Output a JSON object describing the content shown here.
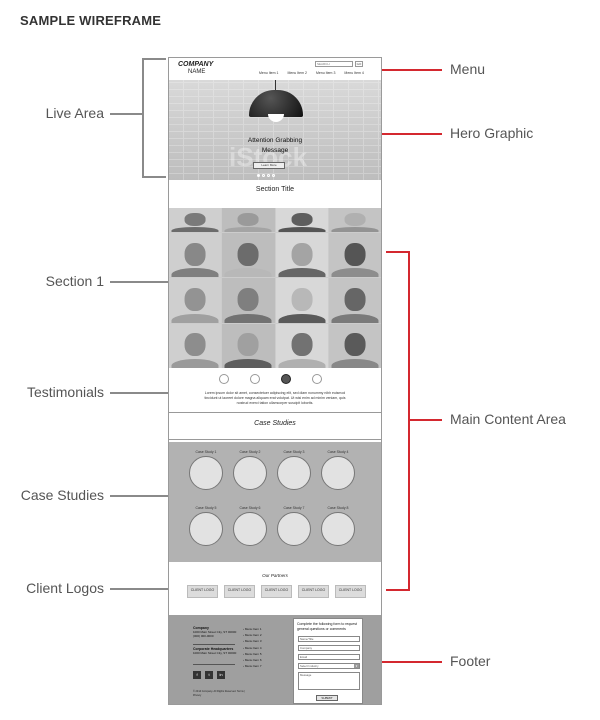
{
  "title": "SAMPLE WIREFRAME",
  "labels": {
    "live_area": "Live Area",
    "section1": "Section 1",
    "testimonials": "Testimonials",
    "case_studies": "Case Studies",
    "client_logos": "Client Logos",
    "menu": "Menu",
    "hero_graphic": "Hero Graphic",
    "main_content_area": "Main Content Area",
    "footer": "Footer"
  },
  "colors": {
    "gray_line": "#8a8a8a",
    "red_line": "#d4282f"
  },
  "wireframe": {
    "logo_line1": "COMPANY",
    "logo_line2": "NAME",
    "search_placeholder": "SEARCH",
    "search_button": "GO",
    "menu_items": [
      "Menu Item 1",
      "Menu Item 2",
      "Menu Item 3",
      "Menu Item 4"
    ],
    "hero_line1": "Attention Grabbing",
    "hero_line2": "Message",
    "hero_button": "Learn More",
    "hero_watermark": "iStock",
    "section_title": "Section Title",
    "testimonial_text": "Lorem ipsum dolor sit amet, consectetuer adipiscing elit, sed diam nonummy nibh euismod tincidunt ut laoreet dolore magna aliquam erat volutpat. Ut wisi enim ad minim veniam, quis nostrud exerci tation ullamcorper suscipit lobortis.",
    "case_studies_title": "Case Studies",
    "case_studies": [
      "Case Study 1",
      "Case Study 2",
      "Case Study 3",
      "Case Study 4",
      "Case Study 5",
      "Case Study 6",
      "Case Study 7",
      "Case Study 8"
    ],
    "partners_title": "Our Partners",
    "client_logos": [
      "CLIENT LOGO",
      "CLIENT LOGO",
      "CLIENT LOGO",
      "CLIENT LOGO",
      "CLIENT LOGO"
    ],
    "footer": {
      "company_name": "Company",
      "company_address": "1000 Main Street City, ST 00000 (000) 000-0000",
      "hq_name": "Corporate Headquarters",
      "hq_address": "1000 Main Street City, ST 00000",
      "nav_items": [
        "Menu Item 1",
        "Menu Item 2",
        "Menu Item 3",
        "Menu Item 4",
        "Menu Item 5",
        "Menu Item 6",
        "Menu Item 7"
      ],
      "social": [
        "f",
        "t",
        "in"
      ],
      "copyright": "© 2014 Company. All Rights Reserved. Terms | Privacy",
      "form_title": "Complete the following form to request general questions or comments",
      "fields": [
        "Name/Title",
        "Company",
        "Email",
        "Select Industry",
        "Message"
      ],
      "submit": "SUBMIT"
    }
  }
}
